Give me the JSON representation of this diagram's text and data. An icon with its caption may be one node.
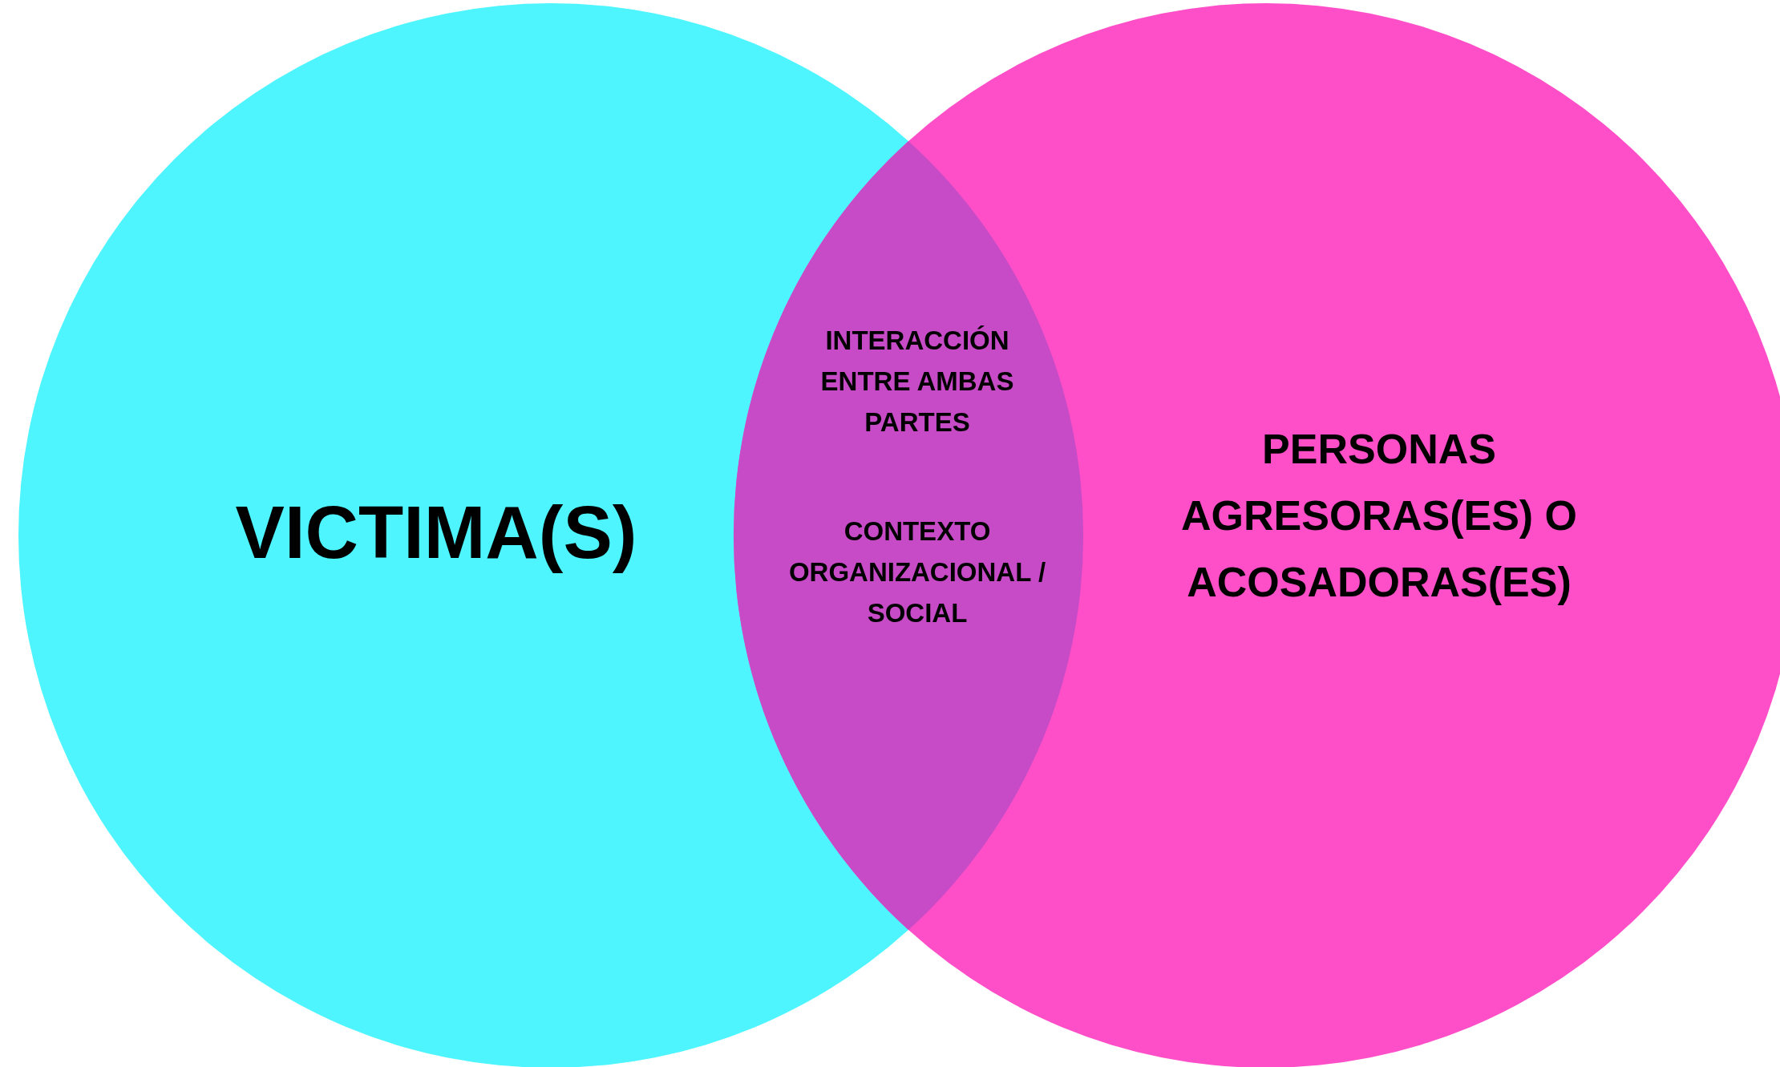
{
  "diagram": {
    "nodes": [
      {
        "text": [
          "VICTIMA(S)"
        ]
      },
      {
        "text": [
          "PERSONAS AGRESORAS(ES) O ACOSADORAS(ES)"
        ]
      },
      {
        "text": [
          "INTERACCIÓN ENTRE AMBAS PARTES",
          "CONTEXTO ORGANIZACIONAL / SOCIAL"
        ]
      }
    ]
  }
}
